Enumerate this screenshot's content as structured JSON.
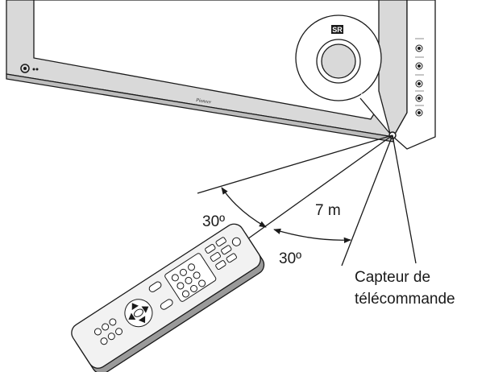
{
  "diagram": {
    "tv": {
      "brand_logo": "Pioneer",
      "badge_text": "SR"
    },
    "labels": {
      "angle_left": "30º",
      "angle_right": "30º",
      "distance": "7 m",
      "sensor_line1": "Capteur de",
      "sensor_line2": "télécommande"
    }
  }
}
